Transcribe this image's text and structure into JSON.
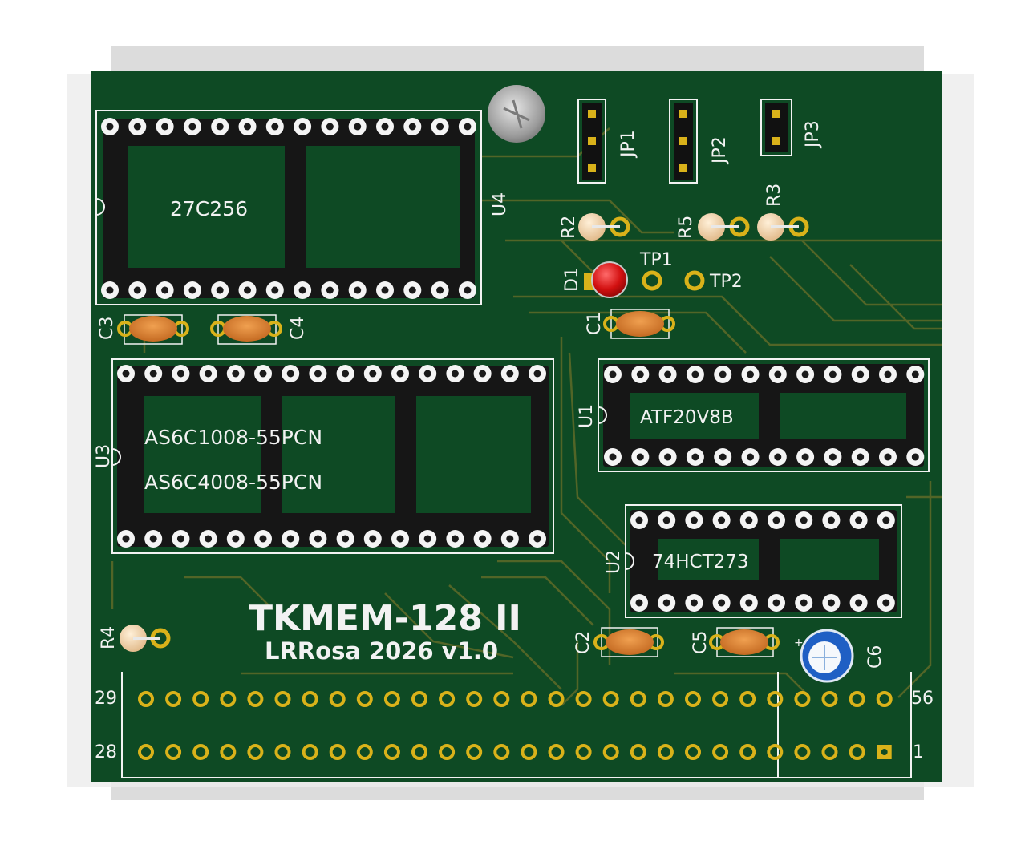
{
  "board": {
    "title": "TKMEM-128 II",
    "subtitle": "LRRosa 2026 v1.0"
  },
  "chips": {
    "u4": {
      "ref": "U4",
      "part": "27C256"
    },
    "u3": {
      "ref": "U3",
      "part_line1": "AS6C1008-55PCN",
      "part_line2": "AS6C4008-55PCN"
    },
    "u1": {
      "ref": "U1",
      "part": "ATF20V8B"
    },
    "u2": {
      "ref": "U2",
      "part": "74HCT273"
    }
  },
  "jumpers": {
    "jp1": "JP1",
    "jp2": "JP2",
    "jp3": "JP3"
  },
  "resistors": {
    "r2": "R2",
    "r5": "R5",
    "r3": "R3",
    "r4": "R4"
  },
  "diode": {
    "d1": "D1"
  },
  "testpoints": {
    "tp1": "TP1",
    "tp2": "TP2"
  },
  "capacitors": {
    "c1": "C1",
    "c2": "C2",
    "c3": "C3",
    "c4": "C4",
    "c5": "C5",
    "c6": "C6"
  },
  "connector": {
    "top_left": "29",
    "bottom_left": "28",
    "top_right": "56",
    "bottom_right": "1"
  },
  "colors": {
    "pcb": "#0e4a24",
    "trace": "#6b6a2a",
    "silkscreen": "#f2f2f2",
    "pad_gold": "#d9b21a",
    "led_red": "#d21010",
    "capacitor": "#d87a2e",
    "electrolytic": "#1f5fc4"
  }
}
